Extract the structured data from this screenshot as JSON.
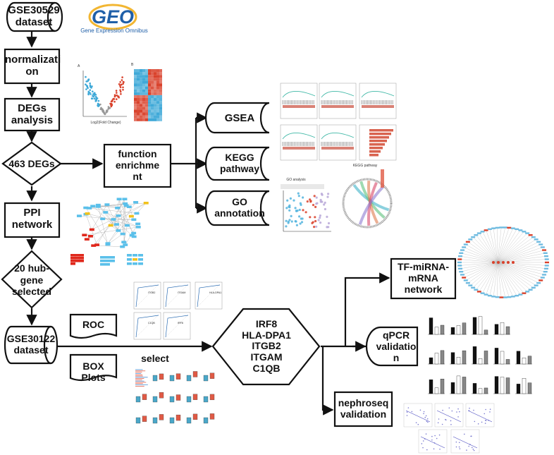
{
  "flow": {
    "gse30529": "GSE30529\ndataset",
    "normalization": "normalizati\non",
    "degs_analysis": "DEGs\nanalysis",
    "degs_463": "463 DEGs",
    "ppi": "PPI\nnetwork",
    "hub": "20 hub-\ngene\nselected",
    "gse30122": "GSE30122\ndataset",
    "function": "function\nenrichme\nnt",
    "gsea": "GSEA",
    "kegg": "KEGG\npathway",
    "go": "GO\nannotation",
    "roc": "ROC",
    "box": "BOX Plots",
    "select": "select",
    "genes": "IRF8\nHLA-DPA1\nITGB2\nITGAM\nC1QB",
    "tf": "TF-miRNA-\nmRNA\nnetwork",
    "qpcr": "qPCR\nvalidatio\nn",
    "nephroseq": "nephroseq\nvalidation"
  },
  "geo_logo": {
    "mark": "GEO",
    "caption": "Gene Expression Omnibus",
    "color": "#1f5fa8",
    "accent": "#f2b632"
  },
  "thumb_text": {
    "go_title": "GO analysis",
    "kegg_title": "KEGG pathway",
    "volcano_xlabel": "Log2(Fold Change)",
    "roc_genes": [
      "ITGB2",
      "ITGAM",
      "HLA-DPA1",
      "C1QB",
      "IRF8"
    ]
  },
  "colors": {
    "up": "#d9412b",
    "down": "#3fa9d8",
    "ppi_hub": "#e0281c",
    "ppi_node": "#5bc0ea",
    "ppi_yellow": "#f2c21b",
    "stroke": "#111111"
  }
}
